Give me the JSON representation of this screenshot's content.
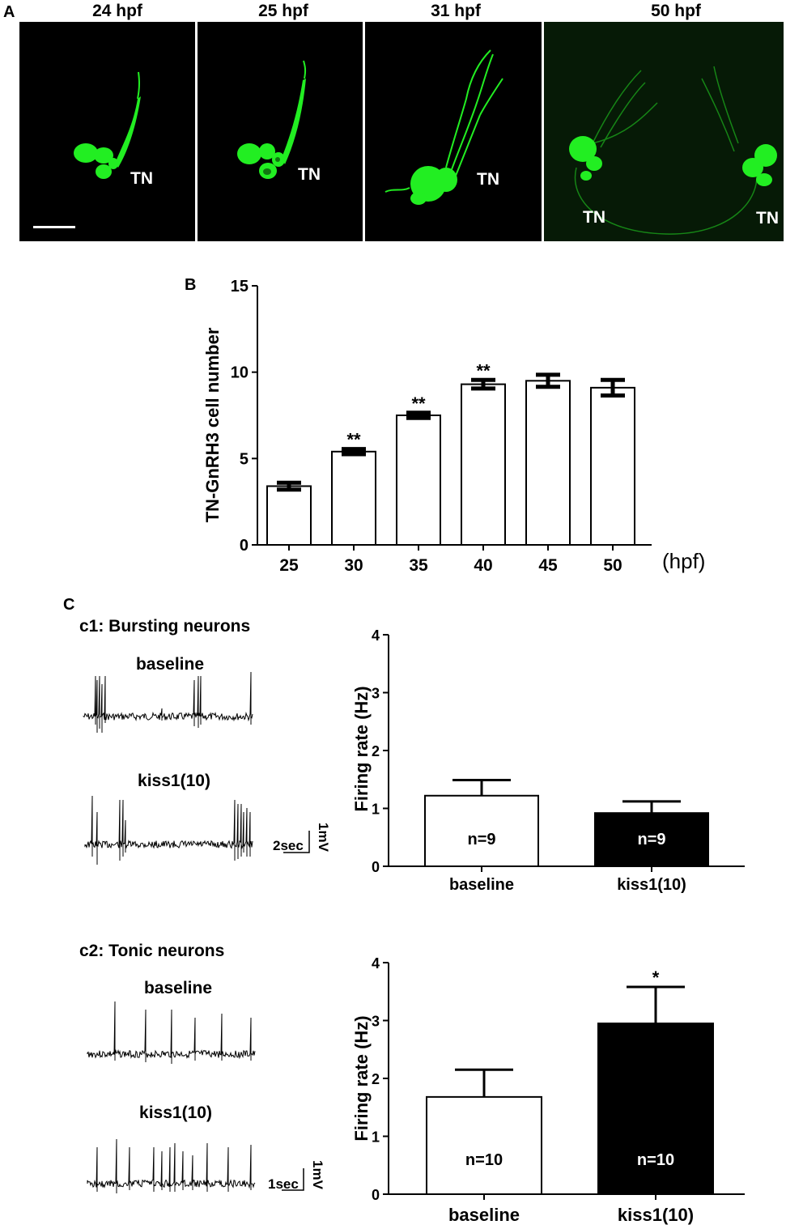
{
  "panel_a": {
    "label": "A",
    "images": [
      {
        "time": "24 hpf",
        "tn_labels": [
          "TN"
        ]
      },
      {
        "time": "25 hpf",
        "tn_labels": [
          "TN"
        ]
      },
      {
        "time": "31 hpf",
        "tn_labels": [
          "TN"
        ]
      },
      {
        "time": "50 hpf",
        "tn_labels": [
          "TN",
          "TN"
        ]
      }
    ],
    "fluorescence_color": "#22ee22"
  },
  "panel_b": {
    "label": "B"
  },
  "panel_c": {
    "label": "C",
    "c1": {
      "title": "c1: Bursting neurons",
      "trace1": "baseline",
      "trace2": "kiss1(10)",
      "time_scale": "2sec",
      "amp_scale": "1mV"
    },
    "c2": {
      "title": "c2: Tonic neurons",
      "trace1": "baseline",
      "trace2": "kiss1(10)",
      "time_scale": "1sec",
      "amp_scale": "1mV"
    }
  },
  "chart_data": [
    {
      "type": "bar",
      "title": "",
      "xlabel": "(hpf)",
      "ylabel": "TN-GnRH3 cell number",
      "ylim": [
        0,
        15
      ],
      "yticks": [
        0,
        5,
        10,
        15
      ],
      "categories": [
        "25",
        "30",
        "35",
        "40",
        "45",
        "50"
      ],
      "series": [
        {
          "values": [
            3.4,
            5.4,
            7.5,
            9.3,
            9.5,
            9.1
          ],
          "errors": [
            0.2,
            0.15,
            0.15,
            0.25,
            0.35,
            0.45
          ]
        }
      ],
      "annotations": [
        "",
        "**",
        "**",
        "**",
        "",
        ""
      ],
      "bar_colors": [
        "#ffffff"
      ]
    },
    {
      "type": "bar",
      "title": "",
      "xlabel": "",
      "ylabel": "Firing rate (Hz)",
      "ylim": [
        0,
        4
      ],
      "yticks": [
        0,
        1,
        2,
        3,
        4
      ],
      "categories": [
        "baseline",
        "kiss1(10)"
      ],
      "series": [
        {
          "values": [
            1.22,
            0.92
          ],
          "errors": [
            0.27,
            0.2
          ]
        }
      ],
      "bar_labels": [
        "n=9",
        "n=9"
      ],
      "annotations": [
        "",
        ""
      ],
      "bar_colors": [
        "#ffffff",
        "#000000"
      ]
    },
    {
      "type": "bar",
      "title": "",
      "xlabel": "",
      "ylabel": "Firing rate (Hz)",
      "ylim": [
        0,
        4
      ],
      "yticks": [
        0,
        1,
        2,
        3,
        4
      ],
      "categories": [
        "baseline",
        "kiss1(10)"
      ],
      "series": [
        {
          "values": [
            1.68,
            2.95
          ],
          "errors": [
            0.47,
            0.63
          ]
        }
      ],
      "bar_labels": [
        "n=10",
        "n=10"
      ],
      "annotations": [
        "",
        "*"
      ],
      "bar_colors": [
        "#ffffff",
        "#000000"
      ]
    }
  ]
}
